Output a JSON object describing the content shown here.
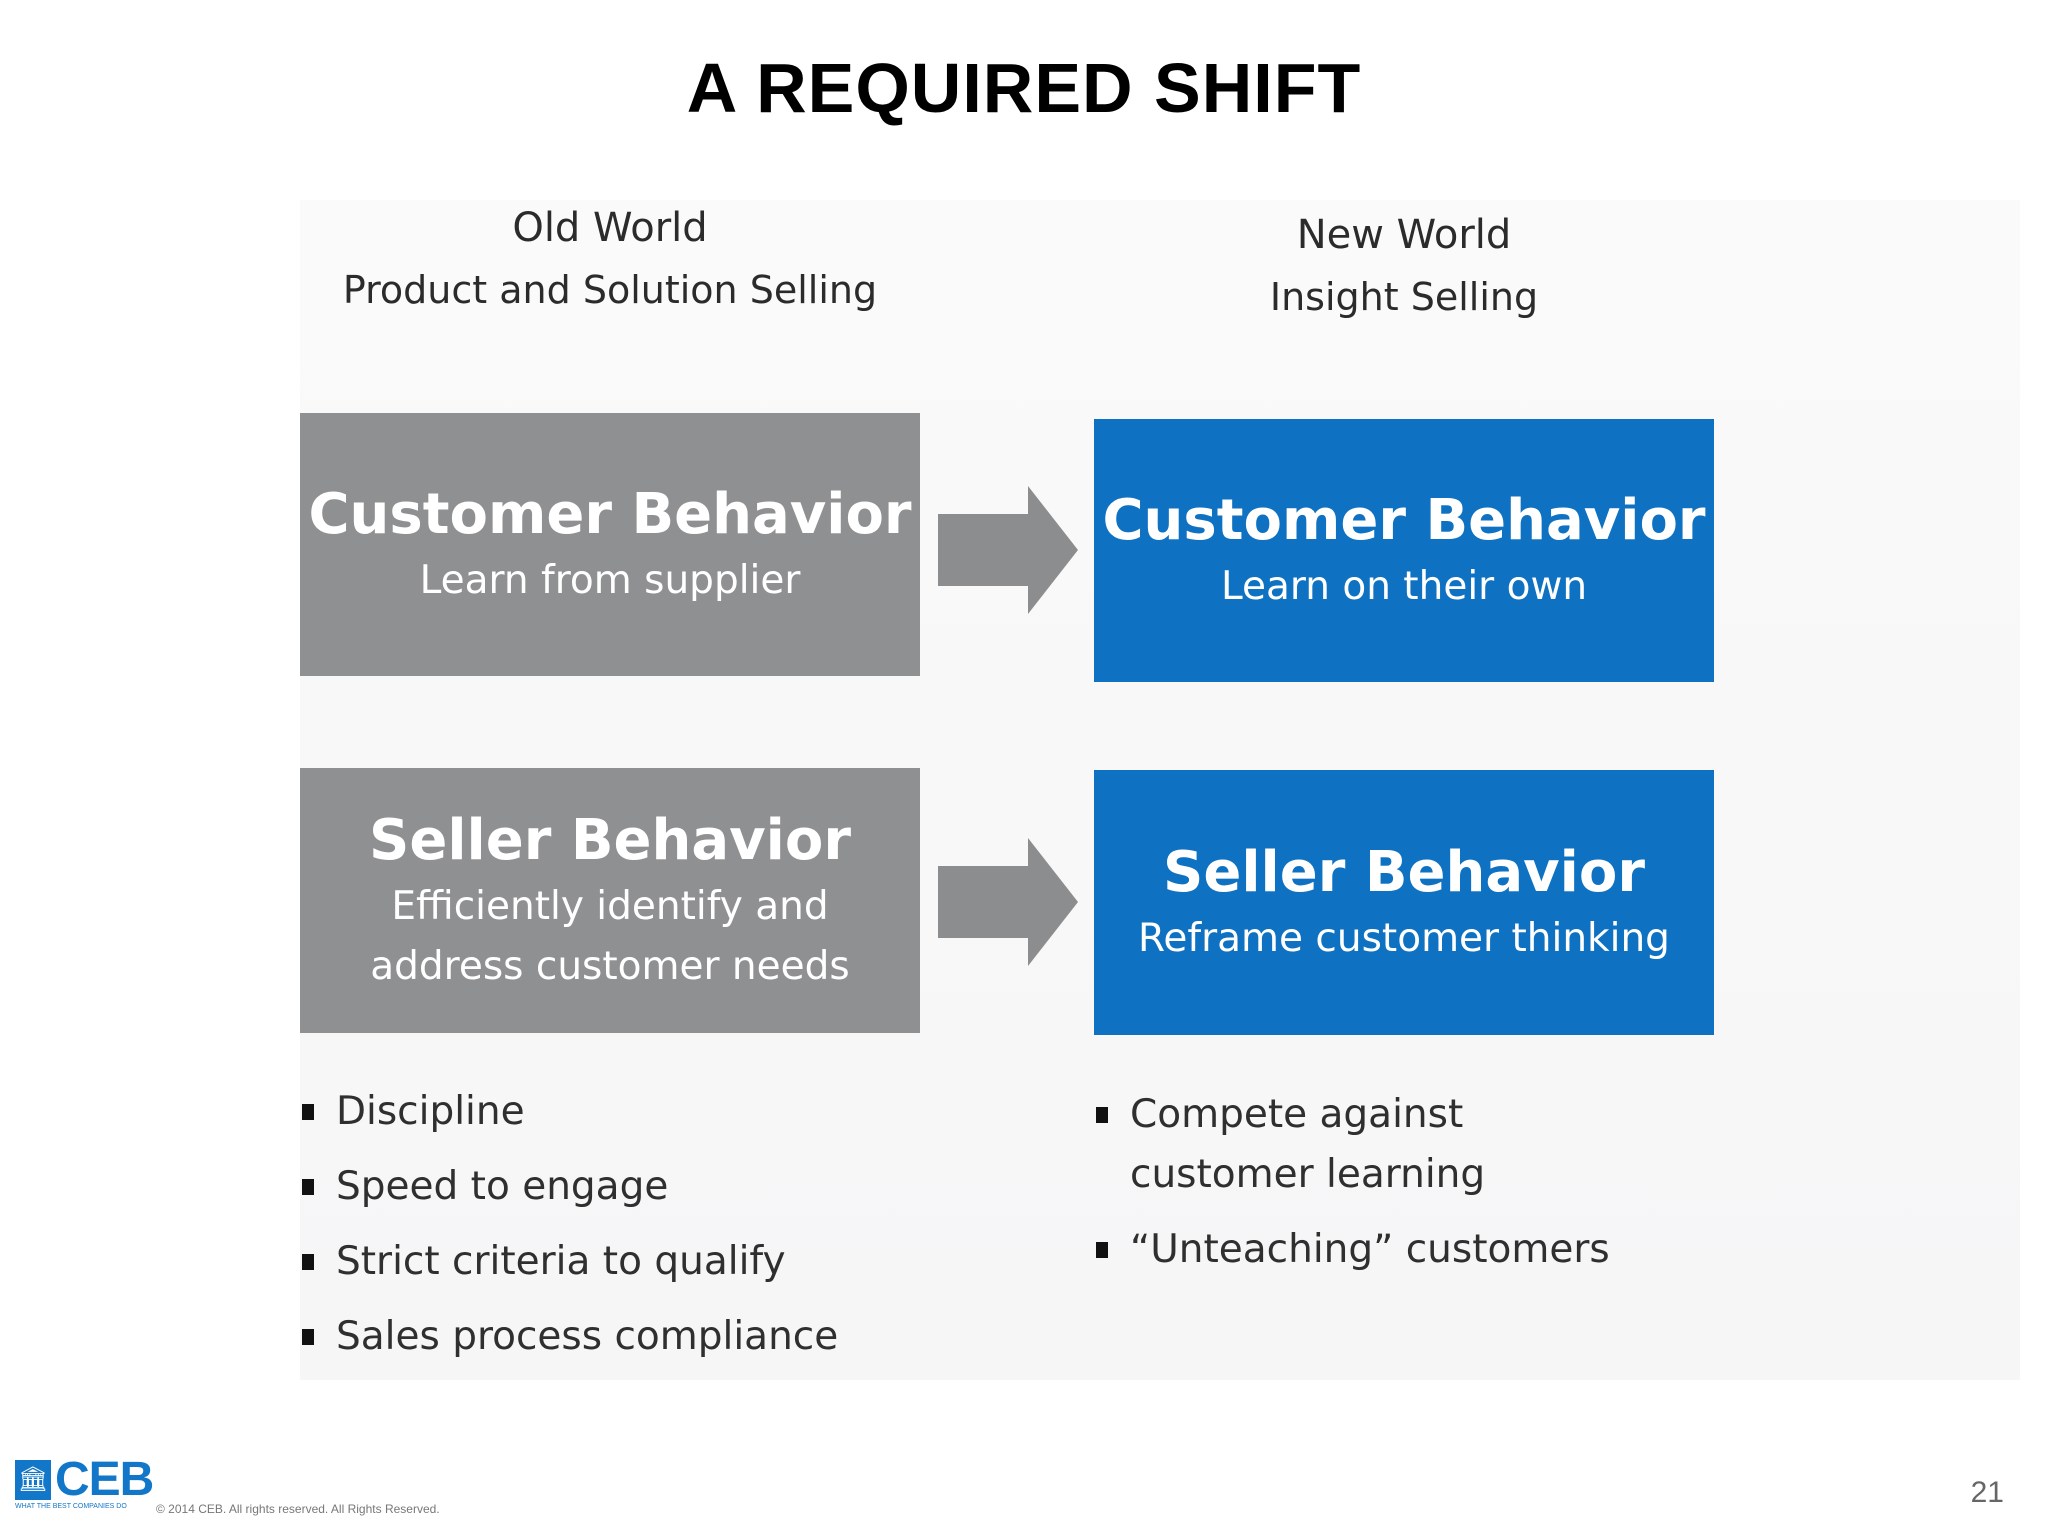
{
  "title": "A REQUIRED SHIFT",
  "old_world": {
    "heading": "Old World",
    "subheading": "Product and Solution Selling",
    "customer_box": {
      "title": "Customer Behavior",
      "subtitle": "Learn from supplier"
    },
    "seller_box": {
      "title": "Seller Behavior",
      "subtitle": "Efficiently identify and address customer needs"
    },
    "bullets": [
      "Discipline",
      "Speed to engage",
      "Strict criteria to qualify",
      "Sales process compliance"
    ]
  },
  "new_world": {
    "heading": "New World",
    "subheading": "Insight Selling",
    "customer_box": {
      "title": "Customer Behavior",
      "subtitle": "Learn on their own"
    },
    "seller_box": {
      "title": "Seller Behavior",
      "subtitle": "Reframe customer thinking"
    },
    "bullets": [
      "Compete against customer learning",
      "“Unteaching” customers"
    ]
  },
  "footer": {
    "logo": "CEB",
    "tagline": "WHAT THE BEST COMPANIES DO",
    "copyright": "© 2014 CEB. All rights reserved. All Rights Reserved.",
    "page_number": "21"
  },
  "colors": {
    "old_box": "#8f9092",
    "new_box": "#0e71c1",
    "arrow": "#8c8d8f",
    "brand": "#1277c8"
  },
  "icons": {
    "arrow": "right-arrow-icon",
    "logo": "ceb-building-icon",
    "bullet": "square-bullet-icon"
  }
}
